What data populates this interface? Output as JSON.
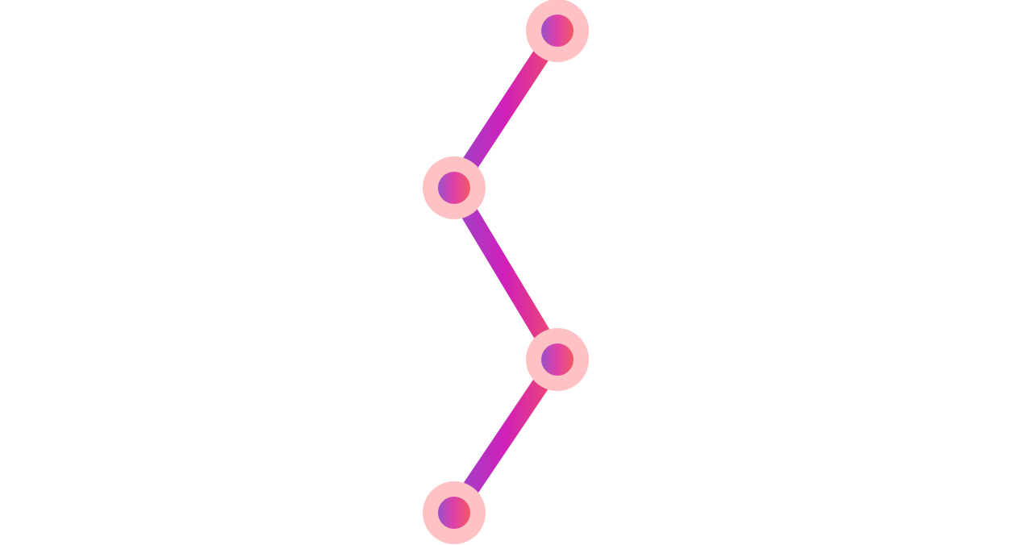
{
  "diagram": {
    "type": "zigzag-timeline",
    "nodes": [
      {
        "id": "node-1",
        "side": "right"
      },
      {
        "id": "node-2",
        "side": "left"
      },
      {
        "id": "node-3",
        "side": "right"
      },
      {
        "id": "node-4",
        "side": "left"
      }
    ],
    "colors": {
      "background": "#ffffff",
      "connector_start": "#9b44c8",
      "connector_mid": "#d020b8",
      "connector_end": "#f24b6a",
      "node_halo": "#ffc2c4",
      "dash": "#e03a3e"
    }
  }
}
